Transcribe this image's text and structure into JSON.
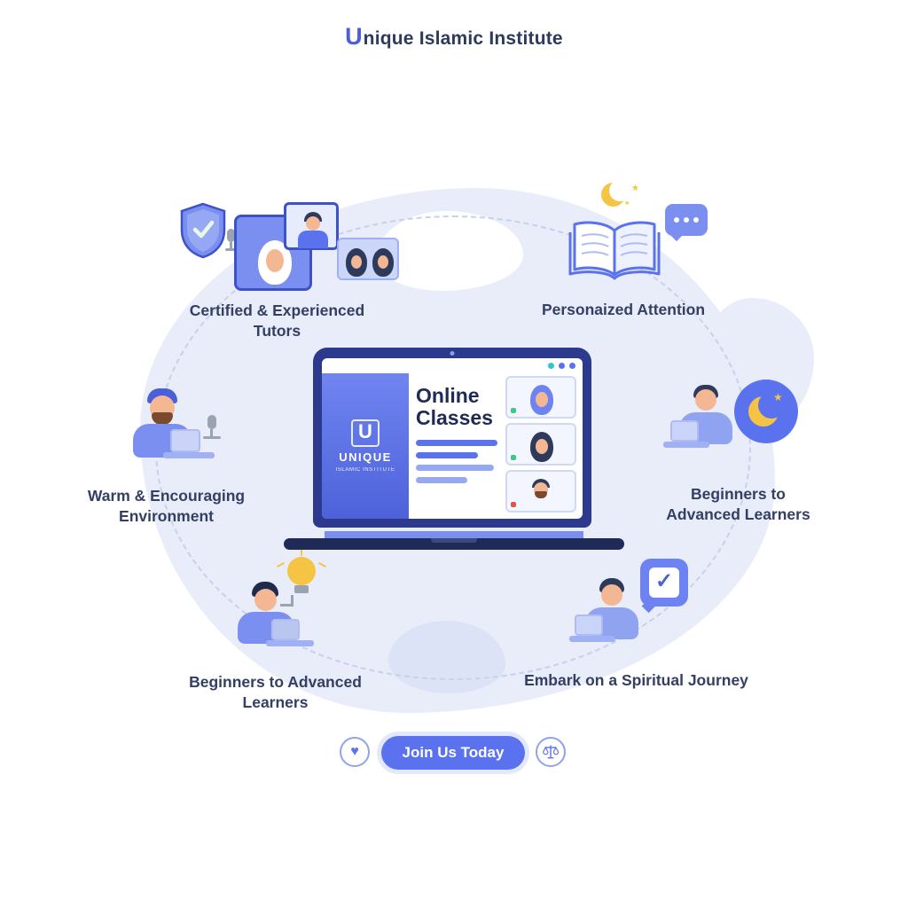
{
  "header": {
    "logo_letter": "U",
    "title_rest": "nique Islamic Institute"
  },
  "features": {
    "tutors": {
      "line1": "Certified & Experienced",
      "line2": "Tutors"
    },
    "attention": {
      "line1": "Personaized Attention"
    },
    "environment": {
      "line1": "Warm & Encouraging",
      "line2": "Environment"
    },
    "learners_side": {
      "line1": "Beginners to",
      "line2": "Advanced Learners"
    },
    "learners_bottom": {
      "line1": "Beginners to Advanced Learners"
    },
    "journey": {
      "line1": "Embark on a Spiritual Journey"
    }
  },
  "laptop_screen": {
    "logo_letter": "U",
    "brand": "UNIQUE",
    "brand_sub": "ISLAMIC INSTITUTE",
    "title_line1": "Online",
    "title_line2": "Classes"
  },
  "cta": {
    "button_label": "Join Us Today"
  },
  "icons": {
    "heart": "♥",
    "star": "★",
    "check": "✓"
  },
  "colors": {
    "accent": "#5b72ee",
    "accent_dark": "#2b3a8c",
    "navy_text": "#333f63",
    "blob": "#e9edfa",
    "yellow": "#f6c445"
  }
}
